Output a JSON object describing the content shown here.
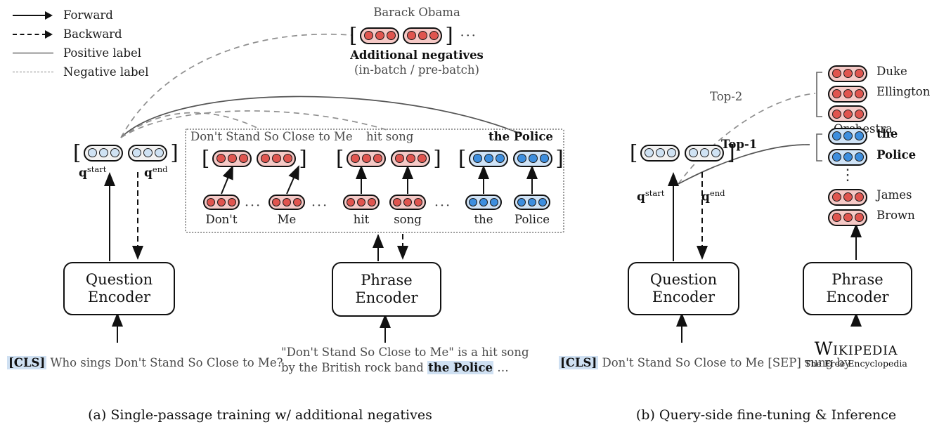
{
  "legend": {
    "items": [
      {
        "label": "Forward",
        "style": "solid-arrow"
      },
      {
        "label": "Backward",
        "style": "dashed-arrow"
      },
      {
        "label": "Positive label",
        "style": "solid-line"
      },
      {
        "label": "Negative label",
        "style": "gray-dashed-line"
      }
    ]
  },
  "colors": {
    "negative_red_fill": "#f6c9c6",
    "negative_red_dot": "#e0554f",
    "positive_blue_fill": "#cfe3f7",
    "positive_blue_dot": "#3d8ede",
    "query_dot": "#cfe2f3",
    "highlight": "#cfe0f2",
    "negative_edge": "#8a8a8a",
    "positive_edge": "#555555"
  },
  "panel_a": {
    "caption": "(a) Single-passage training w/ additional negatives",
    "additional_negatives": {
      "heading": "Barack Obama",
      "title": "Additional negatives",
      "subtitle": "(in-batch / pre-batch)",
      "ellipsis": "···"
    },
    "query": {
      "start_label": "q",
      "start_sup": "start",
      "end_label": "q",
      "end_sup": "end",
      "open_bracket": "[",
      "close_bracket": "]"
    },
    "phrases": [
      {
        "label": "Don't Stand So Close to Me",
        "color": "red",
        "bold": false,
        "tokens": [
          "Don't",
          "Me"
        ],
        "token_gap_ellipsis": true
      },
      {
        "label": "hit song",
        "color": "red",
        "bold": false,
        "tokens": [
          "hit",
          "song"
        ],
        "token_gap_ellipsis": false
      },
      {
        "label": "the Police",
        "color": "blue",
        "bold": true,
        "tokens": [
          "the",
          "Police"
        ],
        "token_gap_ellipsis": false
      }
    ],
    "inter_phrase_ellipsis": "···",
    "question_encoder": {
      "line1": "Question",
      "line2": "Encoder"
    },
    "phrase_encoder": {
      "line1": "Phrase",
      "line2": "Encoder"
    },
    "question_input": {
      "cls": "[CLS]",
      "text": "Who sings Don't Stand So Close to Me?"
    },
    "passage_input": {
      "line1": "\"Don't Stand So Close to Me\" is a hit song",
      "line2_pre": "by the British rock band ",
      "line2_highlight": "the Police",
      "line2_post": " …"
    }
  },
  "panel_b": {
    "caption": "(b) Query-side fine-tuning & Inference",
    "edges": [
      {
        "label": "Top-2",
        "style": "gray-dashed",
        "bold": false
      },
      {
        "label": "Top-1",
        "style": "solid",
        "bold": true
      }
    ],
    "query": {
      "start_label": "q",
      "start_sup": "start",
      "end_label": "q",
      "end_sup": "end",
      "open_bracket": "[",
      "close_bracket": "]"
    },
    "results": [
      {
        "text": "Duke",
        "color": "red",
        "bold": false,
        "group": "top-2"
      },
      {
        "text": "Ellington",
        "color": "red",
        "bold": false,
        "group": "top-2"
      },
      {
        "text": "Orchestra",
        "color": "red",
        "bold": false,
        "group": "top-2"
      },
      {
        "text": "the",
        "color": "blue",
        "bold": true,
        "group": "top-1"
      },
      {
        "text": "Police",
        "color": "blue",
        "bold": true,
        "group": "top-1"
      },
      {
        "text": "⋮",
        "color": "none",
        "bold": false,
        "group": "gap"
      },
      {
        "text": "James",
        "color": "red",
        "bold": false,
        "group": "rest"
      },
      {
        "text": "Brown",
        "color": "red",
        "bold": false,
        "group": "rest"
      }
    ],
    "question_encoder": {
      "line1": "Question",
      "line2": "Encoder"
    },
    "phrase_encoder": {
      "line1": "Phrase",
      "line2": "Encoder"
    },
    "question_input": {
      "cls": "[CLS]",
      "text": "Don't Stand So Close to Me [SEP] sung by"
    },
    "corpus": {
      "name": "Wikipedia",
      "tagline": "The Free Encyclopedia"
    }
  }
}
